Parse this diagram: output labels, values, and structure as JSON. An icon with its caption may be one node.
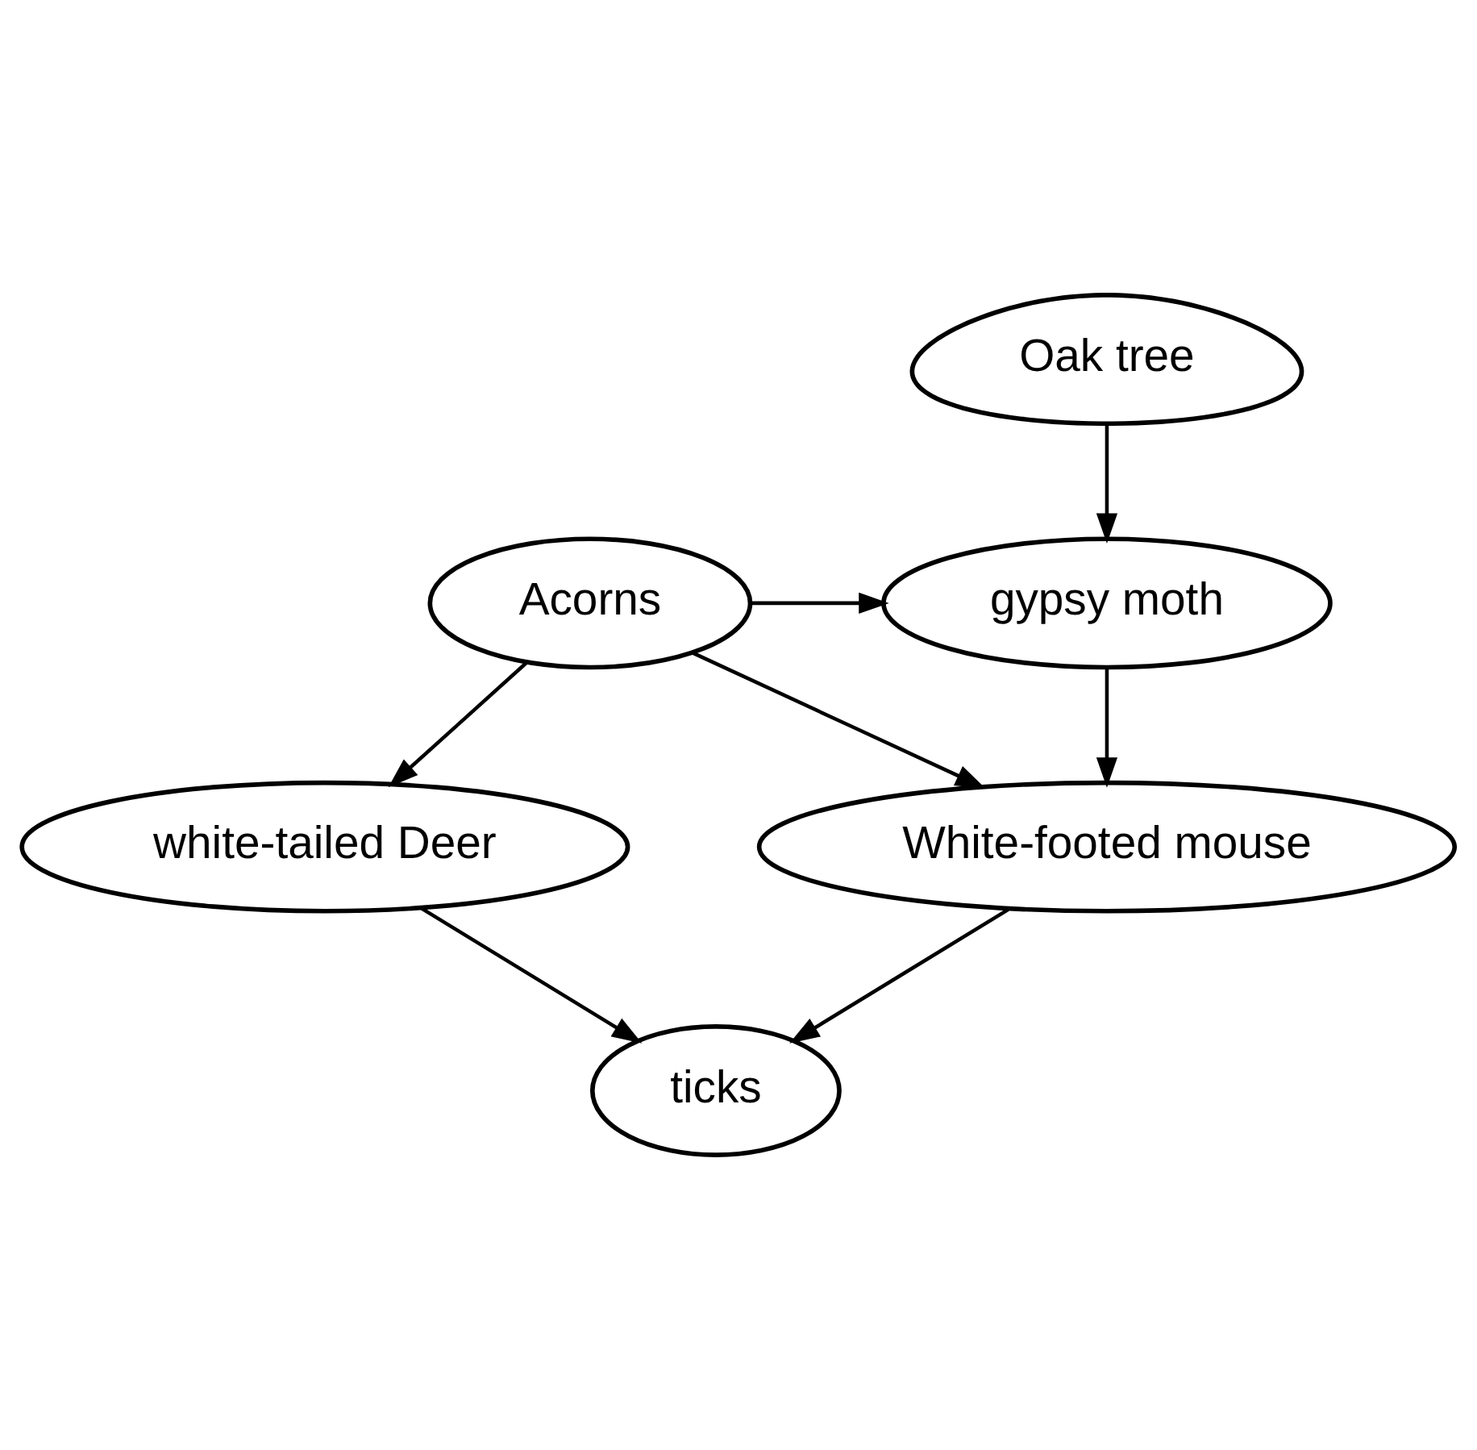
{
  "diagram": {
    "nodes": [
      {
        "text": [
          "Oak tree"
        ]
      },
      {
        "text": [
          "gypsy moth"
        ]
      },
      {
        "text": [
          "Acorns"
        ]
      },
      {
        "text": [
          "White-footed mouse"
        ]
      },
      {
        "text": [
          "white-tailed Deer"
        ]
      },
      {
        "text": [
          "ticks"
        ]
      }
    ],
    "edges": [
      {
        "from": 0,
        "to": 1,
        "arrow": "to"
      },
      {
        "from": 2,
        "to": 1,
        "arrow": "to"
      },
      {
        "from": 1,
        "to": 3,
        "arrow": "to"
      },
      {
        "from": 2,
        "to": 3,
        "arrow": "to"
      },
      {
        "from": 2,
        "to": 4,
        "arrow": "to"
      },
      {
        "from": 3,
        "to": 5,
        "arrow": "to"
      },
      {
        "from": 4,
        "to": 5,
        "arrow": "to"
      }
    ]
  }
}
